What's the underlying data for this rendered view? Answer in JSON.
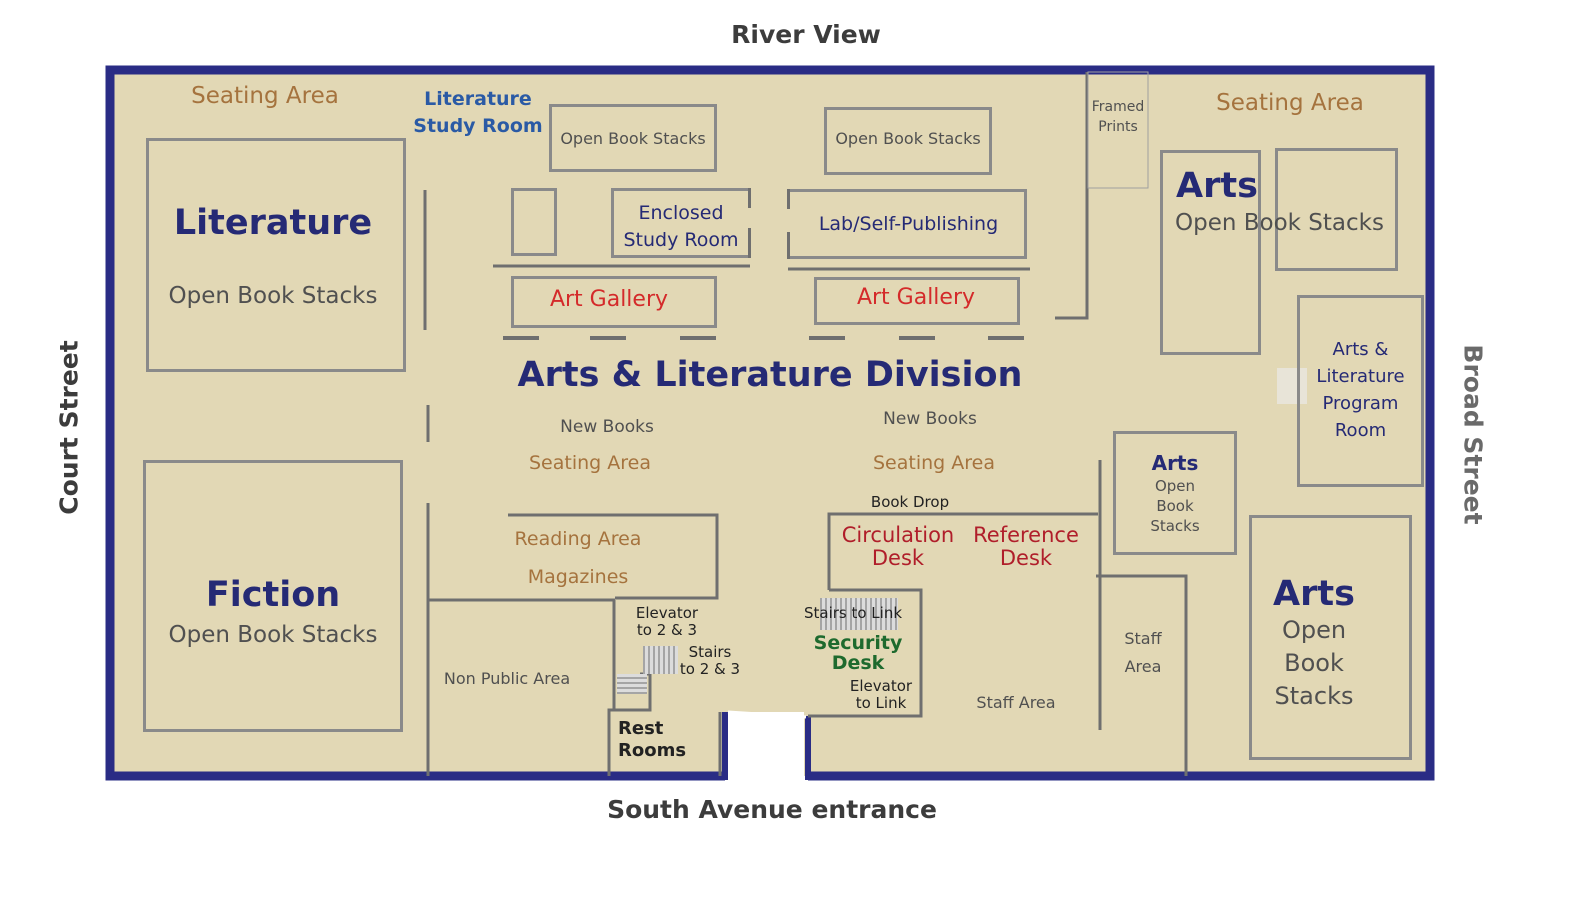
{
  "streets": {
    "north": "River View",
    "west": "Court Street",
    "east": "Broad Street",
    "south": "South Avenue entrance"
  },
  "rooms": {
    "seating_nw": "Seating Area",
    "lit_study_1": "Literature",
    "lit_study_2": "Study Room",
    "open_stacks_1": "Open Book Stacks",
    "open_stacks_2": "Open Book Stacks",
    "framed_1": "Framed",
    "framed_2": "Prints",
    "seating_ne": "Seating Area",
    "literature_title": "Literature",
    "literature_sub": "Open Book Stacks",
    "enclosed_1": "Enclosed",
    "enclosed_2": "Study Room",
    "lab": "Lab/Self-Publishing",
    "gallery_1": "Art Gallery",
    "gallery_2": "Art Gallery",
    "arts_ne_title": "Arts",
    "arts_ne_sub": "Open Book Stacks",
    "program_1": "Arts &",
    "program_2": "Literature",
    "program_3": "Program",
    "program_4": "Room",
    "division": "Arts & Literature Division",
    "new_books_1": "New Books",
    "new_books_2": "New Books",
    "seating_c1": "Seating Area",
    "seating_c2": "Seating Area",
    "arts_small_title": "Arts",
    "arts_small_1": "Open",
    "arts_small_2": "Book",
    "arts_small_3": "Stacks",
    "book_drop": "Book Drop",
    "circ_1": "Circulation",
    "circ_2": "Desk",
    "ref_1": "Reference",
    "ref_2": "Desk",
    "reading": "Reading Area",
    "magazines": "Magazines",
    "fiction_title": "Fiction",
    "fiction_sub": "Open Book Stacks",
    "elevator_23_1": "Elevator",
    "elevator_23_2": "to 2 & 3",
    "stairs_23_1": "Stairs",
    "stairs_23_2": "to 2 & 3",
    "non_public": "Non Public Area",
    "rest_1": "Rest",
    "rest_2": "Rooms",
    "stairs_link": "Stairs to Link",
    "security_1": "Security",
    "security_2": "Desk",
    "elev_link_1": "Elevator",
    "elev_link_2": "to Link",
    "staff_area_1": "Staff",
    "staff_area_2": "Area",
    "staff_area_main": "Staff Area",
    "arts_se_title": "Arts",
    "arts_se_1": "Open",
    "arts_se_2": "Book",
    "arts_se_3": "Stacks"
  },
  "colors": {
    "floor": "#e2d8b5",
    "outer_wall": "#2a2c85",
    "seating_label": "#a5733e",
    "title_label": "#252a75",
    "gallery_label": "#d42a2a",
    "desk_label": "#b01e2a",
    "security_label": "#1e6a2e"
  }
}
